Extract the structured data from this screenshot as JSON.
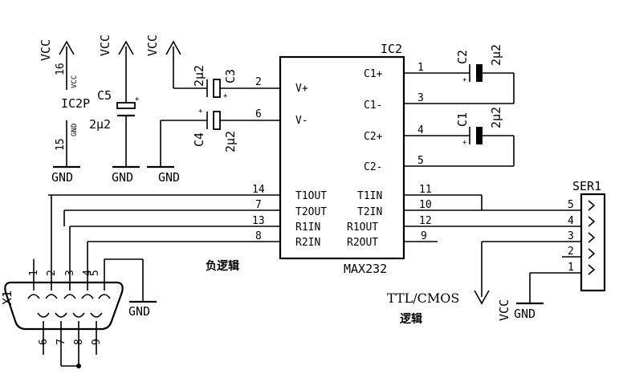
{
  "ic2": {
    "ref": "IC2",
    "part": "MAX232",
    "pins": [
      {
        "num": "2",
        "name": "V+"
      },
      {
        "num": "6",
        "name": "V-"
      },
      {
        "num": "14",
        "name": "T1OUT"
      },
      {
        "num": "7",
        "name": "T2OUT"
      },
      {
        "num": "13",
        "name": "R1IN"
      },
      {
        "num": "8",
        "name": "R2IN"
      },
      {
        "num": "1",
        "name": "C1+"
      },
      {
        "num": "3",
        "name": "C1-"
      },
      {
        "num": "4",
        "name": "C2+"
      },
      {
        "num": "5",
        "name": "C2-"
      },
      {
        "num": "11",
        "name": "T1IN"
      },
      {
        "num": "10",
        "name": "T2IN"
      },
      {
        "num": "12",
        "name": "R1OUT"
      },
      {
        "num": "9",
        "name": "R2OUT"
      }
    ]
  },
  "capacitors": [
    {
      "ref": "C2",
      "value": "2μ2"
    },
    {
      "ref": "C1",
      "value": "2μ2"
    },
    {
      "ref": "C3",
      "value": "2μ2"
    },
    {
      "ref": "C4",
      "value": "2μ2"
    },
    {
      "ref": "C5",
      "value": "2μ2"
    }
  ],
  "power": {
    "ic2p_ref": "IC2P",
    "ic2p_pin16": "16",
    "ic2p_pin15": "15",
    "ic2p_vcc_label": "VCC",
    "ic2p_gnd_label": "GND",
    "vcc": "VCC",
    "gnd": "GND",
    "plus": "+"
  },
  "ser1": {
    "ref": "SER1",
    "pins": [
      "5",
      "4",
      "3",
      "2",
      "1"
    ]
  },
  "x1": {
    "ref": "X1",
    "top_pins": [
      "1",
      "2",
      "3",
      "4",
      "5"
    ],
    "bottom_pins": [
      "6",
      "7",
      "8",
      "9"
    ]
  },
  "notes": {
    "negative_logic": "负逻辑",
    "ttl_cmos": "TTL/CMOS",
    "logic": "逻辑"
  }
}
